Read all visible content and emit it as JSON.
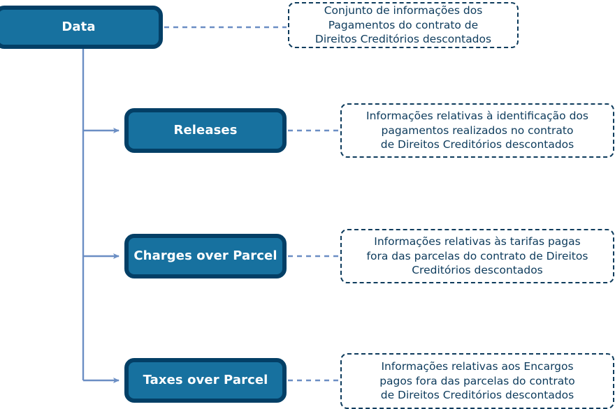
{
  "diagram": {
    "type": "tree-with-annotations",
    "colors": {
      "node_fill": "#17719f",
      "node_border": "#033f66",
      "node_text": "#ffffff",
      "note_border": "#0d3b5c",
      "note_text": "#0d3b5c",
      "connector": "#6b8ec4",
      "background": "#ffffff"
    },
    "root": {
      "label": "Data",
      "note": "Conjunto de informações dos\nPagamentos do contrato de\nDireitos Creditórios descontados"
    },
    "children": [
      {
        "label": "Releases",
        "note": "Informações relativas à identificação dos\npagamentos realizados no contrato\nde Direitos Creditórios descontados"
      },
      {
        "label": "Charges over Parcel",
        "note": "Informações relativas às tarifas pagas\nfora das parcelas do contrato de Direitos\nCreditórios descontados"
      },
      {
        "label": "Taxes over Parcel",
        "note": "Informações relativas aos Encargos\npagos fora das parcelas do contrato\nde Direitos Creditórios descontados"
      }
    ]
  }
}
